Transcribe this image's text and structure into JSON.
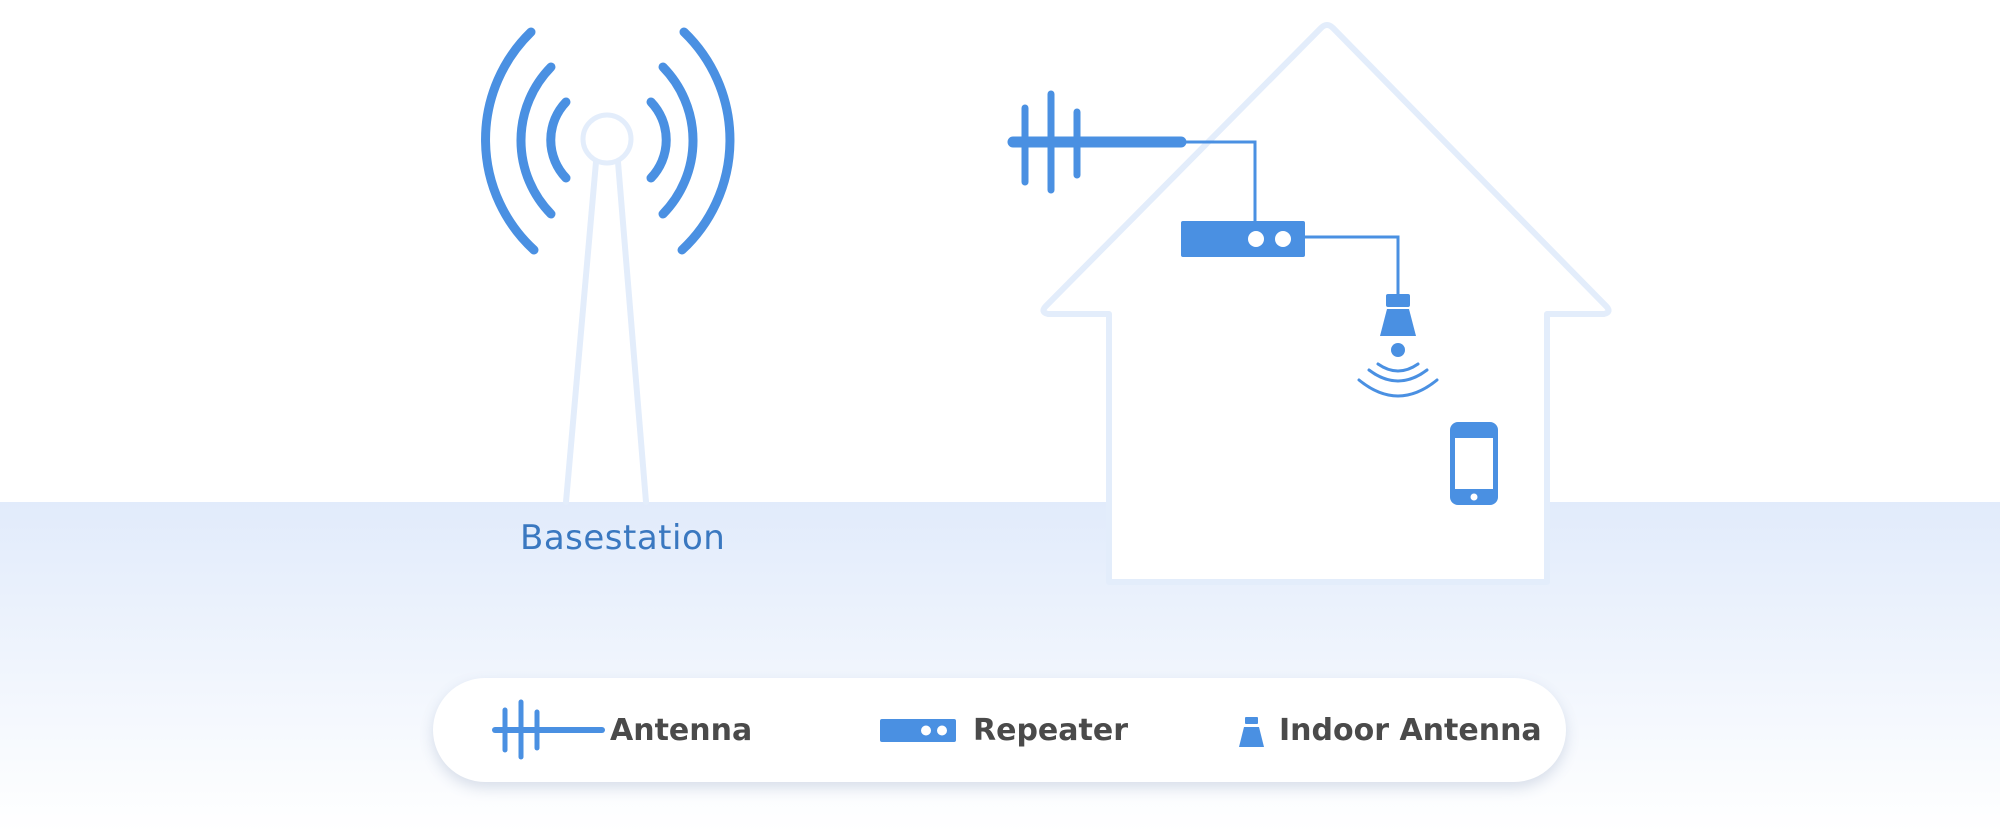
{
  "colors": {
    "accent": "#4a90e2",
    "outline": "#e3edfb",
    "ground_top": "#e1ebfb",
    "ground_bottom": "#ffffff",
    "label": "#3a78c0",
    "legend_text": "#4a4a4a"
  },
  "diagram": {
    "basestation_label": "Basestation"
  },
  "legend": {
    "items": [
      {
        "icon": "antenna-icon",
        "label": "Antenna"
      },
      {
        "icon": "repeater-icon",
        "label": "Repeater"
      },
      {
        "icon": "indoor-antenna-icon",
        "label": "Indoor Antenna"
      }
    ]
  }
}
